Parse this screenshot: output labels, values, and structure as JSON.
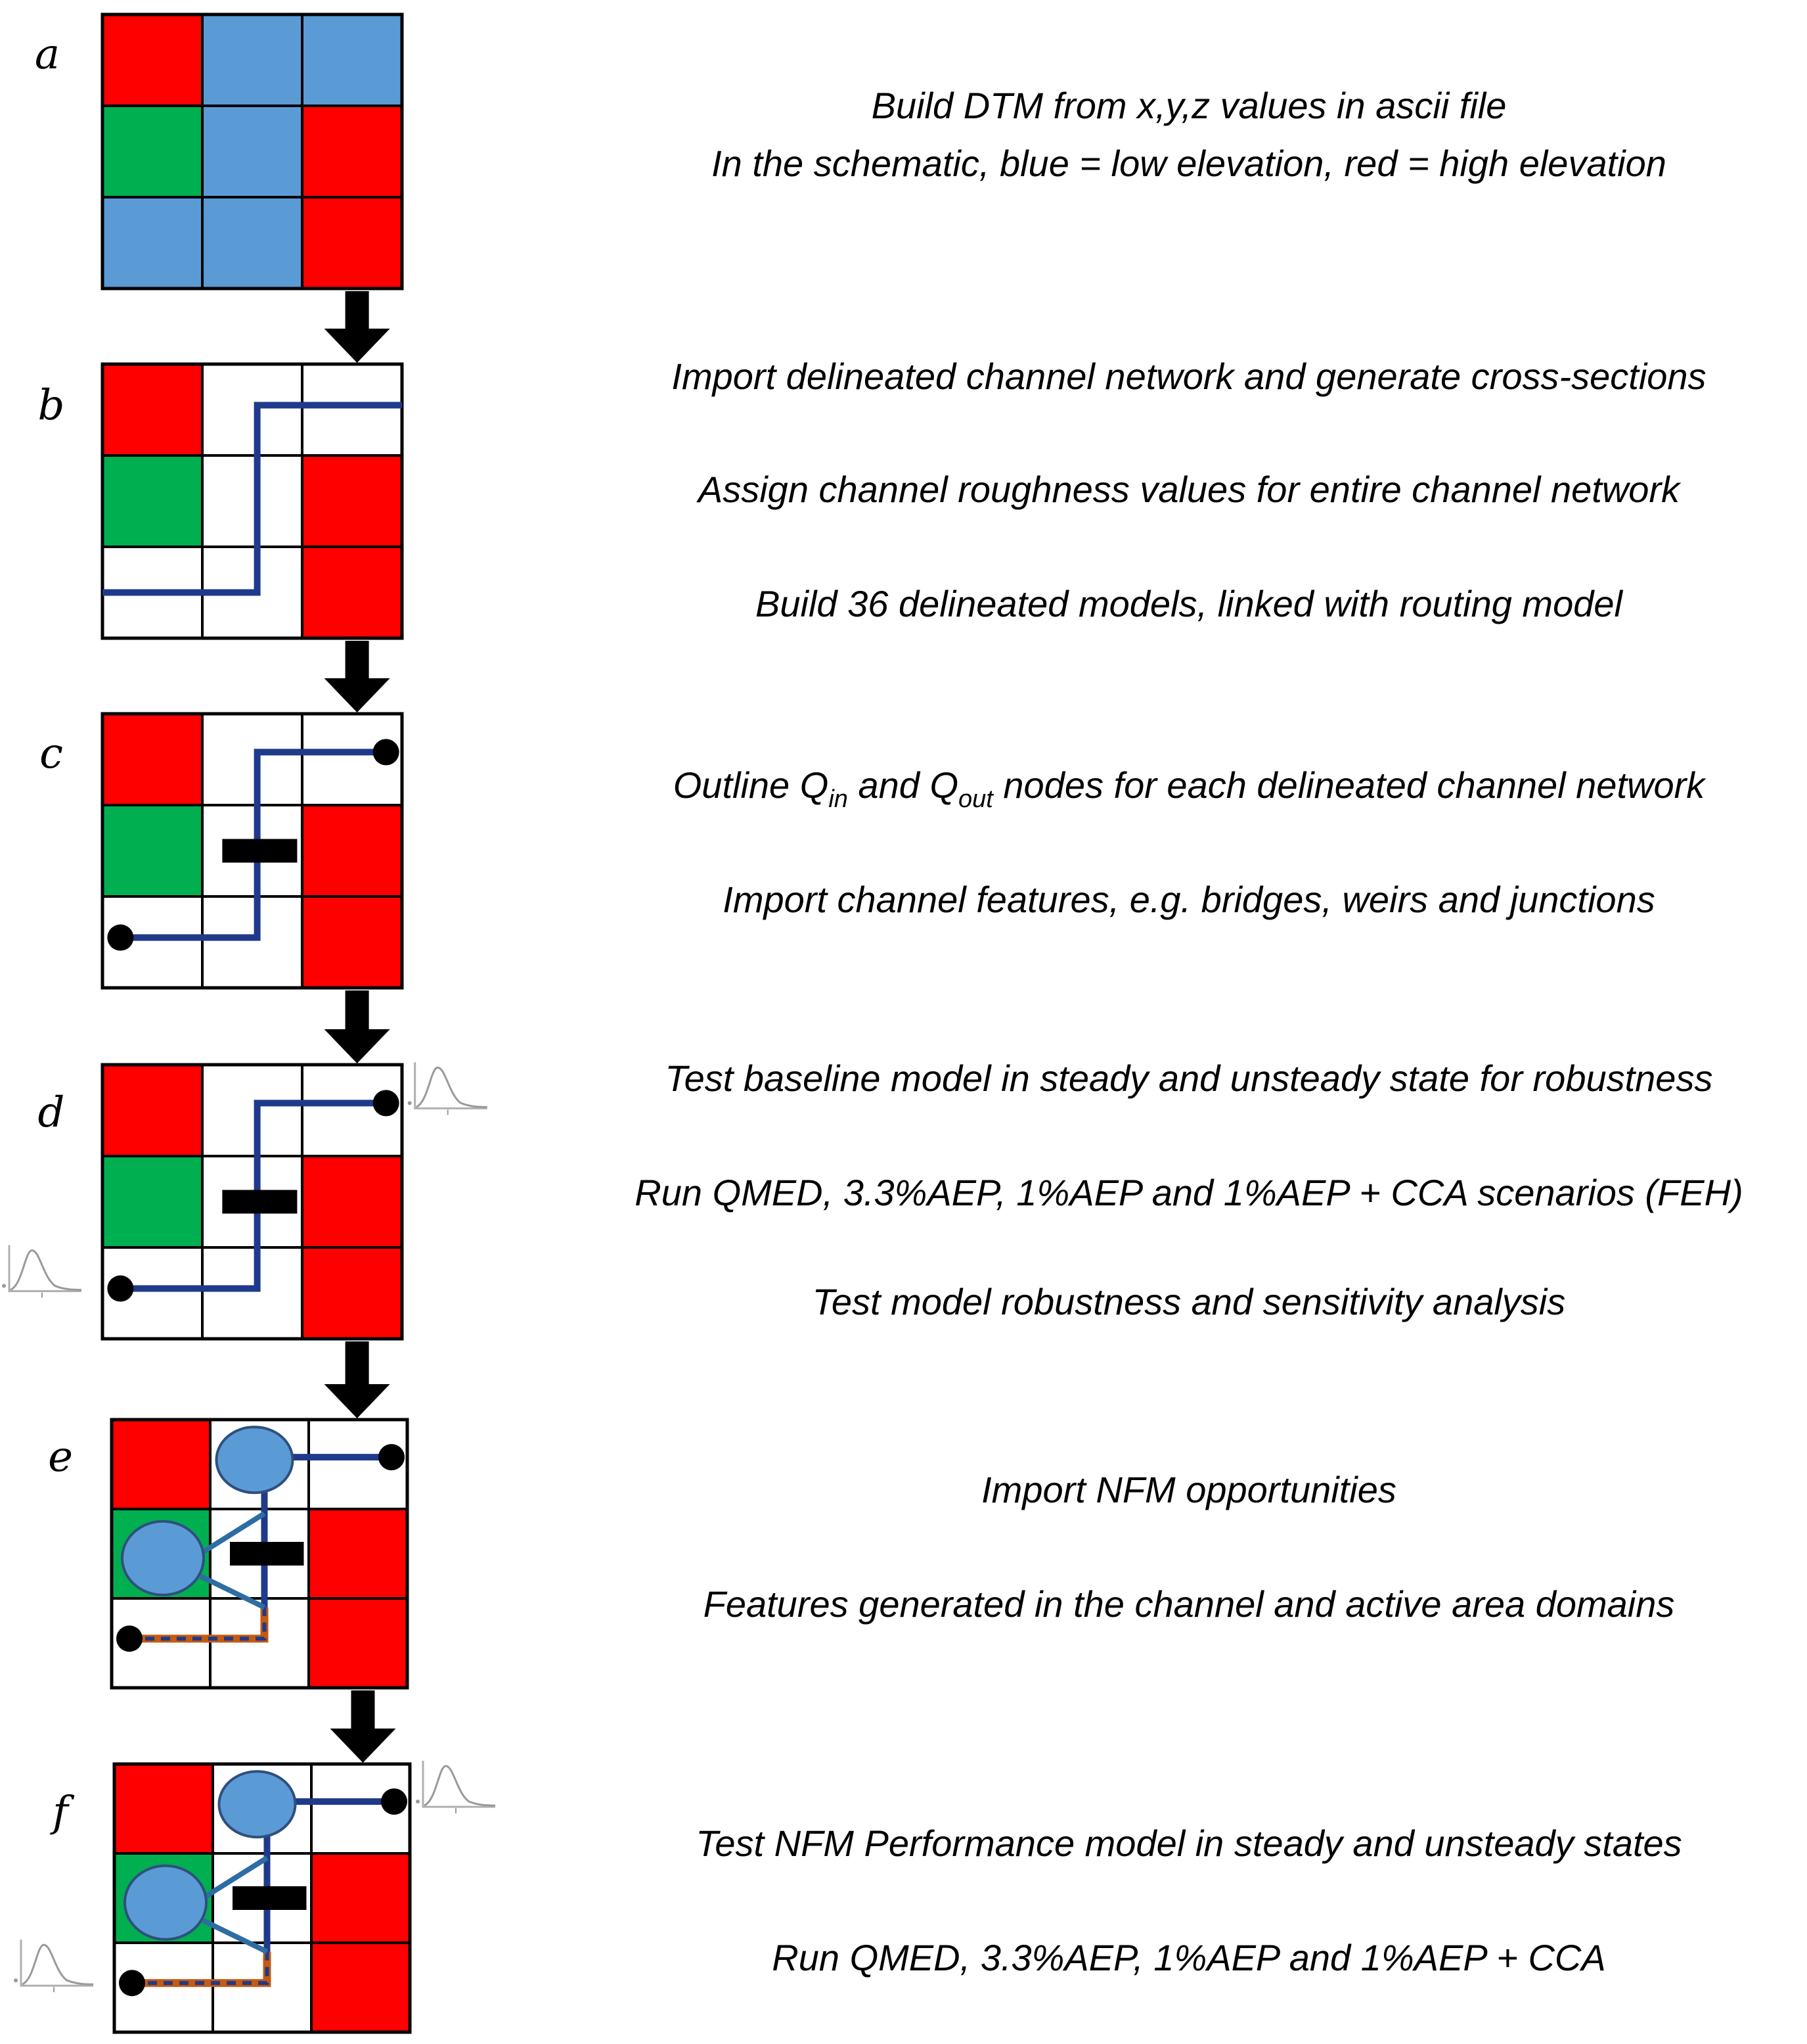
{
  "colors": {
    "red": "#ff0000",
    "blue": "#5b9bd5",
    "green": "#00b050",
    "white": "#ffffff",
    "grid": "#000000",
    "channel": "#1f3a8a",
    "nfm_pond": "#5b9bd5",
    "nfm_link": "#2e6da4",
    "nfm_channel_accent": "#c55a11"
  },
  "steps": [
    {
      "letter": "a",
      "grid": [
        [
          "red",
          "blue",
          "blue"
        ],
        [
          "green",
          "blue",
          "red"
        ],
        [
          "blue",
          "blue",
          "red"
        ]
      ],
      "lines": [
        {
          "text": "Build DTM from x,y,z values in ascii file"
        },
        {
          "text": "In the schematic, blue = low elevation, red = high elevation"
        }
      ]
    },
    {
      "letter": "b",
      "grid": [
        [
          "red",
          "white",
          "white"
        ],
        [
          "green",
          "white",
          "red"
        ],
        [
          "white",
          "white",
          "red"
        ]
      ],
      "features": [
        "channel"
      ],
      "lines": [
        {
          "text": "Import delineated channel network and generate cross-sections"
        },
        {
          "text": "Assign channel roughness values for entire channel network"
        },
        {
          "text": "Build 36 delineated models, linked with routing model"
        }
      ]
    },
    {
      "letter": "c",
      "grid": [
        [
          "red",
          "white",
          "white"
        ],
        [
          "green",
          "white",
          "red"
        ],
        [
          "white",
          "white",
          "red"
        ]
      ],
      "features": [
        "channel",
        "nodes",
        "bridge"
      ],
      "lines": [
        {
          "text_a": "Outline Q",
          "sub_a": "in",
          "text_b": " and Q",
          "sub_b": "out",
          "text_c": " nodes for each delineated channel network"
        },
        {
          "text": "Import channel features, e.g. bridges, weirs and junctions"
        }
      ]
    },
    {
      "letter": "d",
      "grid": [
        [
          "red",
          "white",
          "white"
        ],
        [
          "green",
          "white",
          "red"
        ],
        [
          "white",
          "white",
          "red"
        ]
      ],
      "features": [
        "channel",
        "nodes",
        "bridge",
        "hydrographs"
      ],
      "lines": [
        {
          "text": "Test baseline model in steady and unsteady state for robustness"
        },
        {
          "text": "Run QMED, 3.3%AEP, 1%AEP and 1%AEP + CCA scenarios (FEH)"
        },
        {
          "text": "Test model robustness and sensitivity analysis"
        }
      ]
    },
    {
      "letter": "e",
      "grid": [
        [
          "red",
          "white",
          "white"
        ],
        [
          "green",
          "white",
          "red"
        ],
        [
          "white",
          "white",
          "red"
        ]
      ],
      "features": [
        "channel",
        "nodes",
        "bridge",
        "nfm"
      ],
      "lines": [
        {
          "text": "Import NFM opportunities"
        },
        {
          "text": "Features generated in the channel and active area domains"
        }
      ]
    },
    {
      "letter": "f",
      "grid": [
        [
          "red",
          "white",
          "white"
        ],
        [
          "green",
          "white",
          "red"
        ],
        [
          "white",
          "white",
          "red"
        ]
      ],
      "features": [
        "channel",
        "nodes",
        "bridge",
        "nfm",
        "hydrographs"
      ],
      "lines": [
        {
          "text": "Test NFM Performance model in steady and unsteady states"
        },
        {
          "text": "Run QMED, 3.3%AEP, 1%AEP and 1%AEP + CCA"
        }
      ]
    }
  ]
}
